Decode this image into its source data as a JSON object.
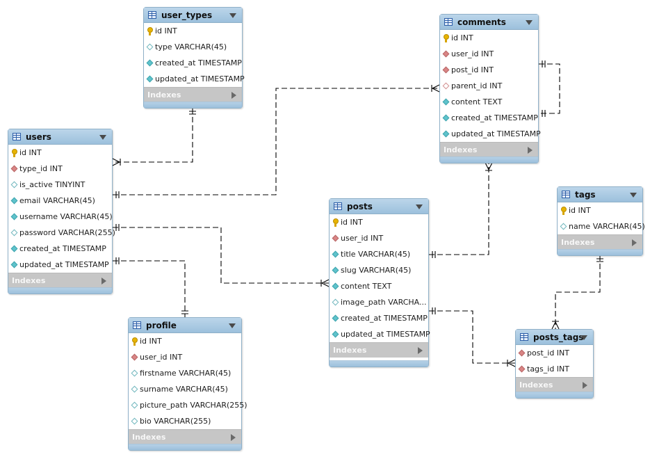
{
  "diagram": {
    "tables": [
      {
        "key": "user_types",
        "name": "user_types",
        "columns": [
          {
            "icon": "pk",
            "text": "id INT"
          },
          {
            "icon": "col",
            "text": "type VARCHAR(45)"
          },
          {
            "icon": "nn",
            "text": "created_at TIMESTAMP"
          },
          {
            "icon": "nn",
            "text": "updated_at TIMESTAMP"
          }
        ],
        "indexes_label": "Indexes"
      },
      {
        "key": "comments",
        "name": "comments",
        "columns": [
          {
            "icon": "pk",
            "text": "id INT"
          },
          {
            "icon": "fk",
            "text": "user_id INT"
          },
          {
            "icon": "fk",
            "text": "post_id INT"
          },
          {
            "icon": "fkn",
            "text": "parent_id INT"
          },
          {
            "icon": "nn",
            "text": "content TEXT"
          },
          {
            "icon": "nn",
            "text": "created_at TIMESTAMP"
          },
          {
            "icon": "nn",
            "text": "updated_at TIMESTAMP"
          }
        ],
        "indexes_label": "Indexes"
      },
      {
        "key": "users",
        "name": "users",
        "columns": [
          {
            "icon": "pk",
            "text": "id INT"
          },
          {
            "icon": "fk",
            "text": "type_id INT"
          },
          {
            "icon": "col",
            "text": "is_active TINYINT"
          },
          {
            "icon": "nn",
            "text": "email VARCHAR(45)"
          },
          {
            "icon": "nn",
            "text": "username VARCHAR(45)"
          },
          {
            "icon": "col",
            "text": "password VARCHAR(255)"
          },
          {
            "icon": "nn",
            "text": "created_at TIMESTAMP"
          },
          {
            "icon": "nn",
            "text": "updated_at TIMESTAMP"
          }
        ],
        "indexes_label": "Indexes"
      },
      {
        "key": "tags",
        "name": "tags",
        "columns": [
          {
            "icon": "pk",
            "text": "id INT"
          },
          {
            "icon": "col",
            "text": "name VARCHAR(45)"
          }
        ],
        "indexes_label": "Indexes"
      },
      {
        "key": "posts",
        "name": "posts",
        "columns": [
          {
            "icon": "pk",
            "text": "id INT"
          },
          {
            "icon": "fk",
            "text": "user_id INT"
          },
          {
            "icon": "nn",
            "text": "title VARCHAR(45)"
          },
          {
            "icon": "nn",
            "text": "slug VARCHAR(45)"
          },
          {
            "icon": "nn",
            "text": "content TEXT"
          },
          {
            "icon": "col",
            "text": "image_path VARCHA..."
          },
          {
            "icon": "nn",
            "text": "created_at TIMESTAMP"
          },
          {
            "icon": "nn",
            "text": "updated_at TIMESTAMP"
          }
        ],
        "indexes_label": "Indexes"
      },
      {
        "key": "profile",
        "name": "profile",
        "columns": [
          {
            "icon": "pk",
            "text": "id INT"
          },
          {
            "icon": "fk",
            "text": "user_id INT"
          },
          {
            "icon": "col",
            "text": "firstname VARCHAR(45)"
          },
          {
            "icon": "col",
            "text": "surname VARCHAR(45)"
          },
          {
            "icon": "col",
            "text": "picture_path VARCHAR(255)"
          },
          {
            "icon": "col",
            "text": "bio VARCHAR(255)"
          }
        ],
        "indexes_label": "Indexes"
      },
      {
        "key": "posts_tags",
        "name": "posts_tags",
        "columns": [
          {
            "icon": "fk",
            "text": "post_id INT"
          },
          {
            "icon": "fk",
            "text": "tags_id INT"
          }
        ],
        "indexes_label": "Indexes"
      }
    ],
    "relationships": [
      {
        "from": "user_types",
        "to": "users",
        "cardinality": "one-to-many"
      },
      {
        "from": "users",
        "to": "comments",
        "cardinality": "one-to-many"
      },
      {
        "from": "users",
        "to": "posts",
        "cardinality": "one-to-many"
      },
      {
        "from": "users",
        "to": "profile",
        "cardinality": "one-to-one"
      },
      {
        "from": "posts",
        "to": "comments",
        "cardinality": "one-to-many"
      },
      {
        "from": "comments",
        "to": "comments",
        "cardinality": "one-to-one"
      },
      {
        "from": "posts",
        "to": "posts_tags",
        "cardinality": "one-to-many"
      },
      {
        "from": "tags",
        "to": "posts_tags",
        "cardinality": "one-to-many"
      }
    ],
    "colors": {
      "header_top": "#bcd6ea",
      "header_bottom": "#9cc0dc",
      "indexes_bar": "#c6c6c6",
      "primary_key": "#e8b400",
      "foreign_key": "#d98585",
      "not_null": "#5fc3cc",
      "link_line": "#000000"
    }
  }
}
